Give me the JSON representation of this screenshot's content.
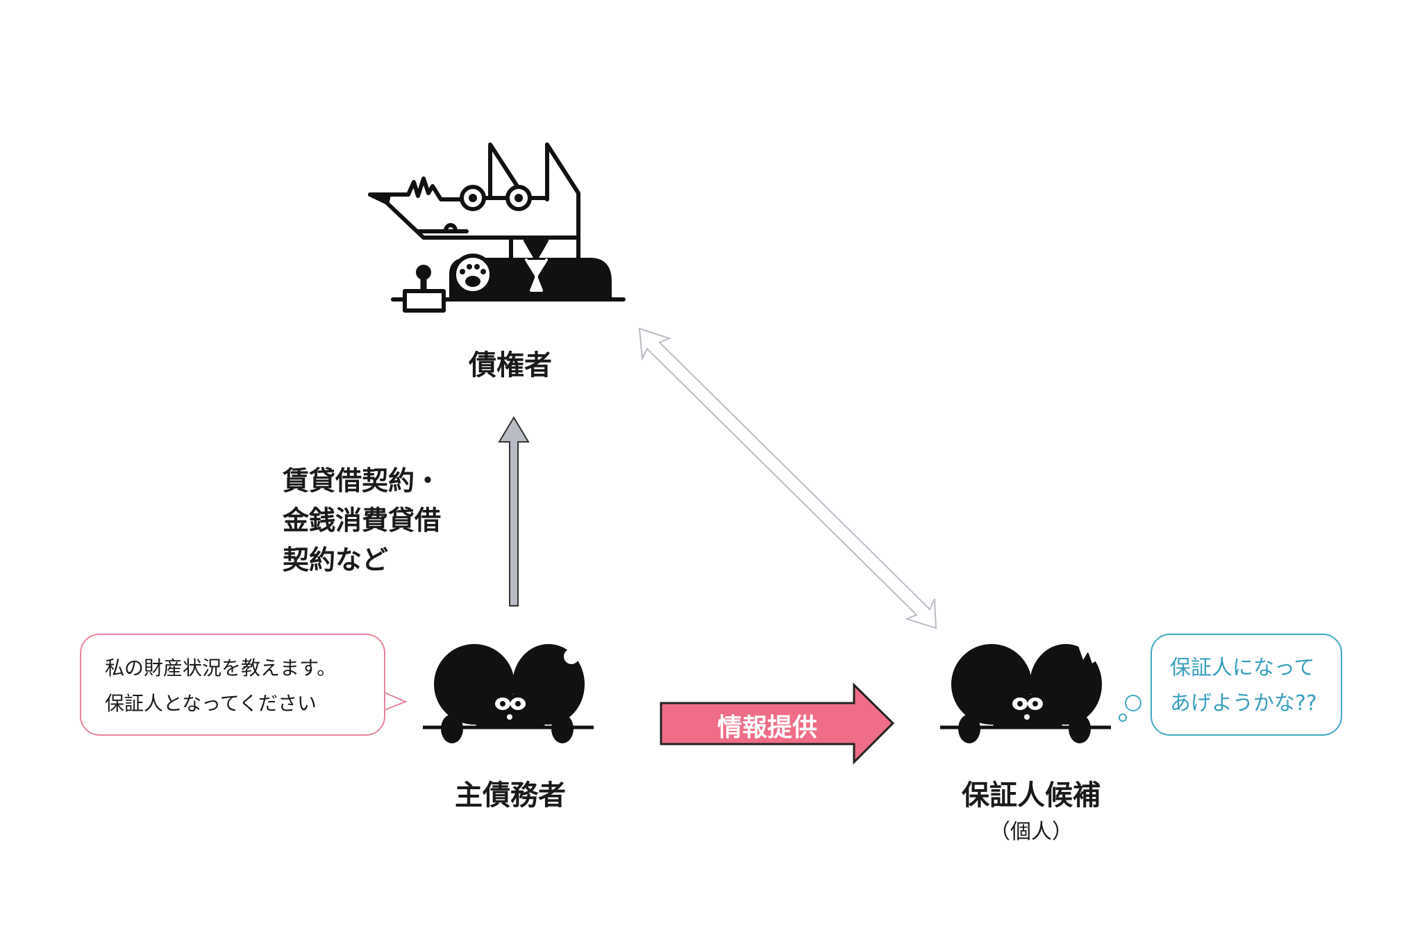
{
  "labels": {
    "creditor": "債権者",
    "principal_debtor": "主債務者",
    "guarantor_candidate": "保証人候補",
    "guarantor_note": "（個人）"
  },
  "contract": {
    "lines": [
      "賃貸借契約・",
      "金銭消費貸借",
      "契約など"
    ]
  },
  "info_arrow": {
    "label": "情報提供",
    "color": "#ef6d86"
  },
  "debtor_bubble": {
    "lines": [
      "私の財産状況を教えます。",
      "保証人となってください"
    ],
    "border_color": "#e8839a"
  },
  "guarantor_bubble": {
    "lines": [
      "保証人になって",
      "あげようかな??"
    ],
    "border_color": "#3fa8c2"
  }
}
